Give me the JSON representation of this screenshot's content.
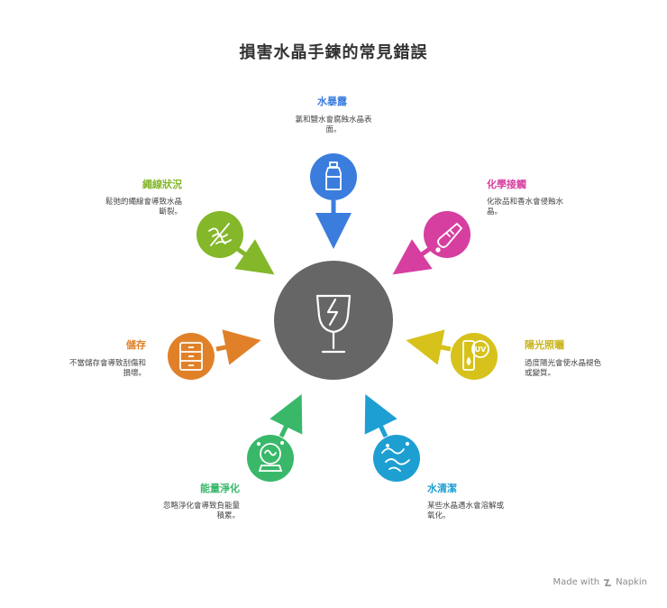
{
  "title": "損害水晶手鍊的常見錯誤",
  "center": {
    "icon": "broken-glass-icon",
    "color": "#666666"
  },
  "nodes": [
    {
      "id": "water",
      "label": "水暴露",
      "desc_lines": [
        "氯和鹽水會腐蝕水晶表",
        "面。"
      ],
      "color": "#3b7ddd",
      "icon": "bottle-icon"
    },
    {
      "id": "chemical",
      "label": "化學接觸",
      "desc_lines": [
        "化妝品和香水會侵蝕水",
        "晶。"
      ],
      "color": "#d63fa0",
      "icon": "test-tube-icon"
    },
    {
      "id": "sun",
      "label": "陽光照曬",
      "desc_lines": [
        "過度陽光會使水晶褪色",
        "或變質。"
      ],
      "color": "#d6c21a",
      "icon": "uv-icon"
    },
    {
      "id": "clean",
      "label": "水清潔",
      "desc_lines": [
        "某些水晶遇水會溶解或",
        "氧化。"
      ],
      "color": "#1e9fd2",
      "icon": "water-splash-icon"
    },
    {
      "id": "energy",
      "label": "能量淨化",
      "desc_lines": [
        "忽略淨化會導致負能量",
        "積累。"
      ],
      "color": "#39b86a",
      "icon": "crystal-ball-icon"
    },
    {
      "id": "storage",
      "label": "儲存",
      "desc_lines": [
        "不當儲存會導致刮傷和",
        "損壞。"
      ],
      "color": "#e0812a",
      "icon": "drawers-icon"
    },
    {
      "id": "cord",
      "label": "繩線狀況",
      "desc_lines": [
        "鬆弛的繩線會導致水晶",
        "斷裂。"
      ],
      "color": "#84b72a",
      "icon": "rope-icon"
    }
  ],
  "footer": {
    "text": "Made with",
    "brand": "Napkin"
  }
}
